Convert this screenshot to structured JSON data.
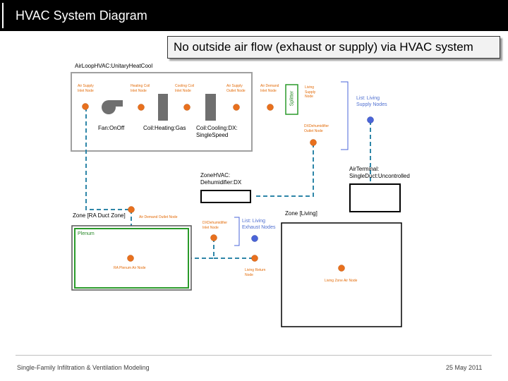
{
  "header": {
    "title": "HVAC System Diagram"
  },
  "callout": {
    "text": "No outside air flow (exhaust or supply) via HVAC system"
  },
  "airloop": {
    "title": "AirLoopHVAC:UnitaryHeatCool",
    "nodes": {
      "air_supply_inlet": "Air Supply\nInlet Node",
      "heating_coil_inlet": "Heating Coil\nInlet Node",
      "cooling_coil_inlet": "Cooling Coil\nInlet Node",
      "air_supply_outlet": "Air Supply\nOutlet Node",
      "air_demand_inlet": "Air Demand\nInlet Node",
      "living_supply": "Living\nSupply\nNode",
      "dx_dehumidifier_outlet": "DXDehumidifier\nOutlet Node"
    },
    "components": {
      "fan": "Fan:OnOff",
      "heating_coil": "Coil:Heating:Gas",
      "cooling_coil": "Coil:Cooling:DX:\nSingleSpeed"
    },
    "splitter": "Splitter",
    "supply_list": "List: Living\nSupply Nodes"
  },
  "air_terminal": {
    "label": "AirTerminal:\nSingleDuct:Uncontrolled"
  },
  "dehumidifier": {
    "label": "ZoneHVAC:\nDehumidifier:DX",
    "inlet_node": "DXDehumidifier\nInlet Node",
    "exhaust_list": "List: Living\nExhaust Nodes"
  },
  "ra_duct_zone": {
    "label": "Zone [RA Duct Zone]",
    "demand_outlet": "Air Demand Outlet Node",
    "plenum": "Plenum",
    "plenum_node": "RA Plenum Air Node"
  },
  "living_zone": {
    "label": "Zone [Living]",
    "return_node": "Living Return\nNode",
    "air_node": "Living Zone Air Node"
  },
  "footer": {
    "left": "Single-Family Infiltration & Ventilation Modeling",
    "right": "25 May 2011"
  },
  "colors": {
    "node_orange": "#e8701e",
    "node_blue": "#4a64d8",
    "dash_teal": "#2e86a8",
    "green": "#2a9a2a",
    "component_grey": "#6f6f6f"
  }
}
